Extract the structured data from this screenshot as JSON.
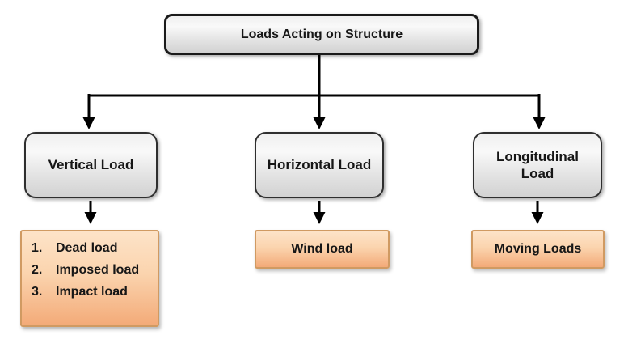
{
  "diagram": {
    "root_label": "Loads Acting on Structure",
    "branches": {
      "vertical": {
        "label": "Vertical Load"
      },
      "horizontal": {
        "label": "Horizontal Load",
        "leaf": "Wind load"
      },
      "longitudinal": {
        "label": "Longitudinal Load",
        "leaf": "Moving Loads"
      }
    },
    "vertical_items": [
      {
        "num": "1.",
        "text": "Dead load"
      },
      {
        "num": "2.",
        "text": "Imposed load"
      },
      {
        "num": "3.",
        "text": "Impact load"
      }
    ],
    "colors": {
      "node_fill_top": "#efefef",
      "node_fill_bottom": "#d2d2d2",
      "node_border": "#2e2e2e",
      "leaf_fill_top": "#fde3c8",
      "leaf_fill_bottom": "#f3aa78",
      "leaf_border": "#d09a62",
      "connector": "#000000",
      "text": "#161616",
      "background": "#ffffff"
    }
  }
}
